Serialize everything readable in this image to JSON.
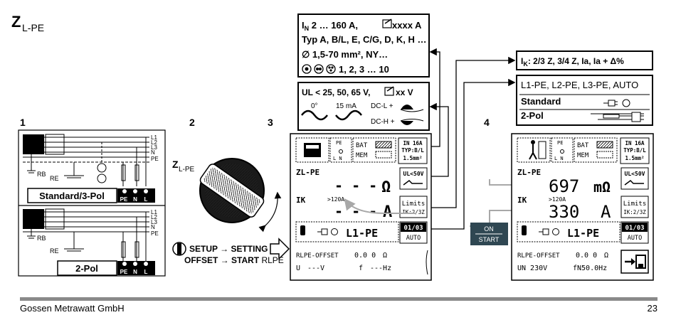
{
  "title": {
    "main": "Z",
    "sub": "L-PE"
  },
  "steps": {
    "s1": "1",
    "s2": "2",
    "s3": "3",
    "s4": "4"
  },
  "wiring": {
    "lines": [
      "L1",
      "L2",
      "L3",
      "N",
      "PE"
    ],
    "rb": "RB",
    "re": "RE",
    "standard_label": "Standard/3-Pol",
    "twopol_label": "2-Pol",
    "terminals": [
      "PE",
      "N",
      "L"
    ]
  },
  "dial": {
    "label_main": "Z",
    "label_sub": "L-PE",
    "instr_line1": "SETUP → SETTING →",
    "instr_line2_pre": "OFFSET → ",
    "instr_line2_bold": "START",
    "instr_line2_post": " RLPE"
  },
  "info_box1": {
    "line1_a": "I",
    "line1_sub": "N",
    "line1_b": " 2 … 160 A,",
    "line1_c": " xxxx A",
    "line2": "Typ A, B/L, E, C/G, D, K, H …",
    "line3": "∅ 1,5-70 mm², NY…",
    "line4": "1, 2, 3 … 10"
  },
  "info_box2": {
    "line1_a": "UL < 25, 50, 65 V,",
    "line1_b": "xx V",
    "deg": "0°",
    "ma": "15 mA",
    "dcl": "DC-L +",
    "dch": "DC-H +"
  },
  "info_box3": {
    "text_a": "I",
    "text_sub": "K",
    "text_b": ": 2/3 Z, 3/4 Z, Ia, Ia + Δ%"
  },
  "info_box4": {
    "line1": "L1-PE, L2-PE, L3-PE, AUTO",
    "standard": "Standard",
    "twopol": "2-Pol"
  },
  "display_left": {
    "pe": "PE",
    "ln": "L  N",
    "bat": "BAT",
    "mem": "MEM",
    "in_btn": [
      "IN 16A",
      "TYP:B/L",
      "1.5mm²"
    ],
    "z_label": "ZL-PE",
    "z_value": "- - -",
    "z_unit": "Ω",
    "ul_btn": "UL<50V",
    "ik_label": "IK",
    "ik_sub": ">120A",
    "ik_value": "- - -",
    "ik_unit": "A",
    "limits_btn": [
      "Limits",
      "IK:2/3Z"
    ],
    "mode": "L1-PE",
    "page_btn": [
      "01/03",
      "AUTO"
    ],
    "rlpe_label": "RLPE-OFFSET",
    "rlpe_value": "0.0 0",
    "rlpe_unit": "Ω",
    "u_label": "U",
    "u_value": "---V",
    "f_label": "f",
    "f_value": "---Hz"
  },
  "display_right": {
    "pe": "PE",
    "ln": "L  N",
    "bat": "BAT",
    "mem": "MEM",
    "in_btn": [
      "IN 16A",
      "TYP:B/L",
      "1.5mm²"
    ],
    "z_label": "ZL-PE",
    "z_value": "697",
    "z_unit": "mΩ",
    "ul_btn": "UL<50V",
    "ik_label": "IK",
    "ik_sub": ">120A",
    "ik_value": "330",
    "ik_unit": "A",
    "limits_btn": [
      "Limits",
      "IK:2/3Z"
    ],
    "mode": "L1-PE",
    "page_btn": [
      "01/03",
      "AUTO"
    ],
    "rlpe_label": "RLPE-OFFSET",
    "rlpe_value": "0.0 0",
    "rlpe_unit": "Ω",
    "un_label": "UN 230V",
    "fn_label": "fN50.0Hz"
  },
  "on_start": {
    "on": "ON",
    "start": "START"
  },
  "footer": {
    "company": "Gossen Metrawatt GmbH",
    "page": "23"
  },
  "colors": {
    "arrow_gray": "#a8a8a8",
    "start_bg": "#2f4752",
    "footer_bar": "#8a8a8a"
  }
}
